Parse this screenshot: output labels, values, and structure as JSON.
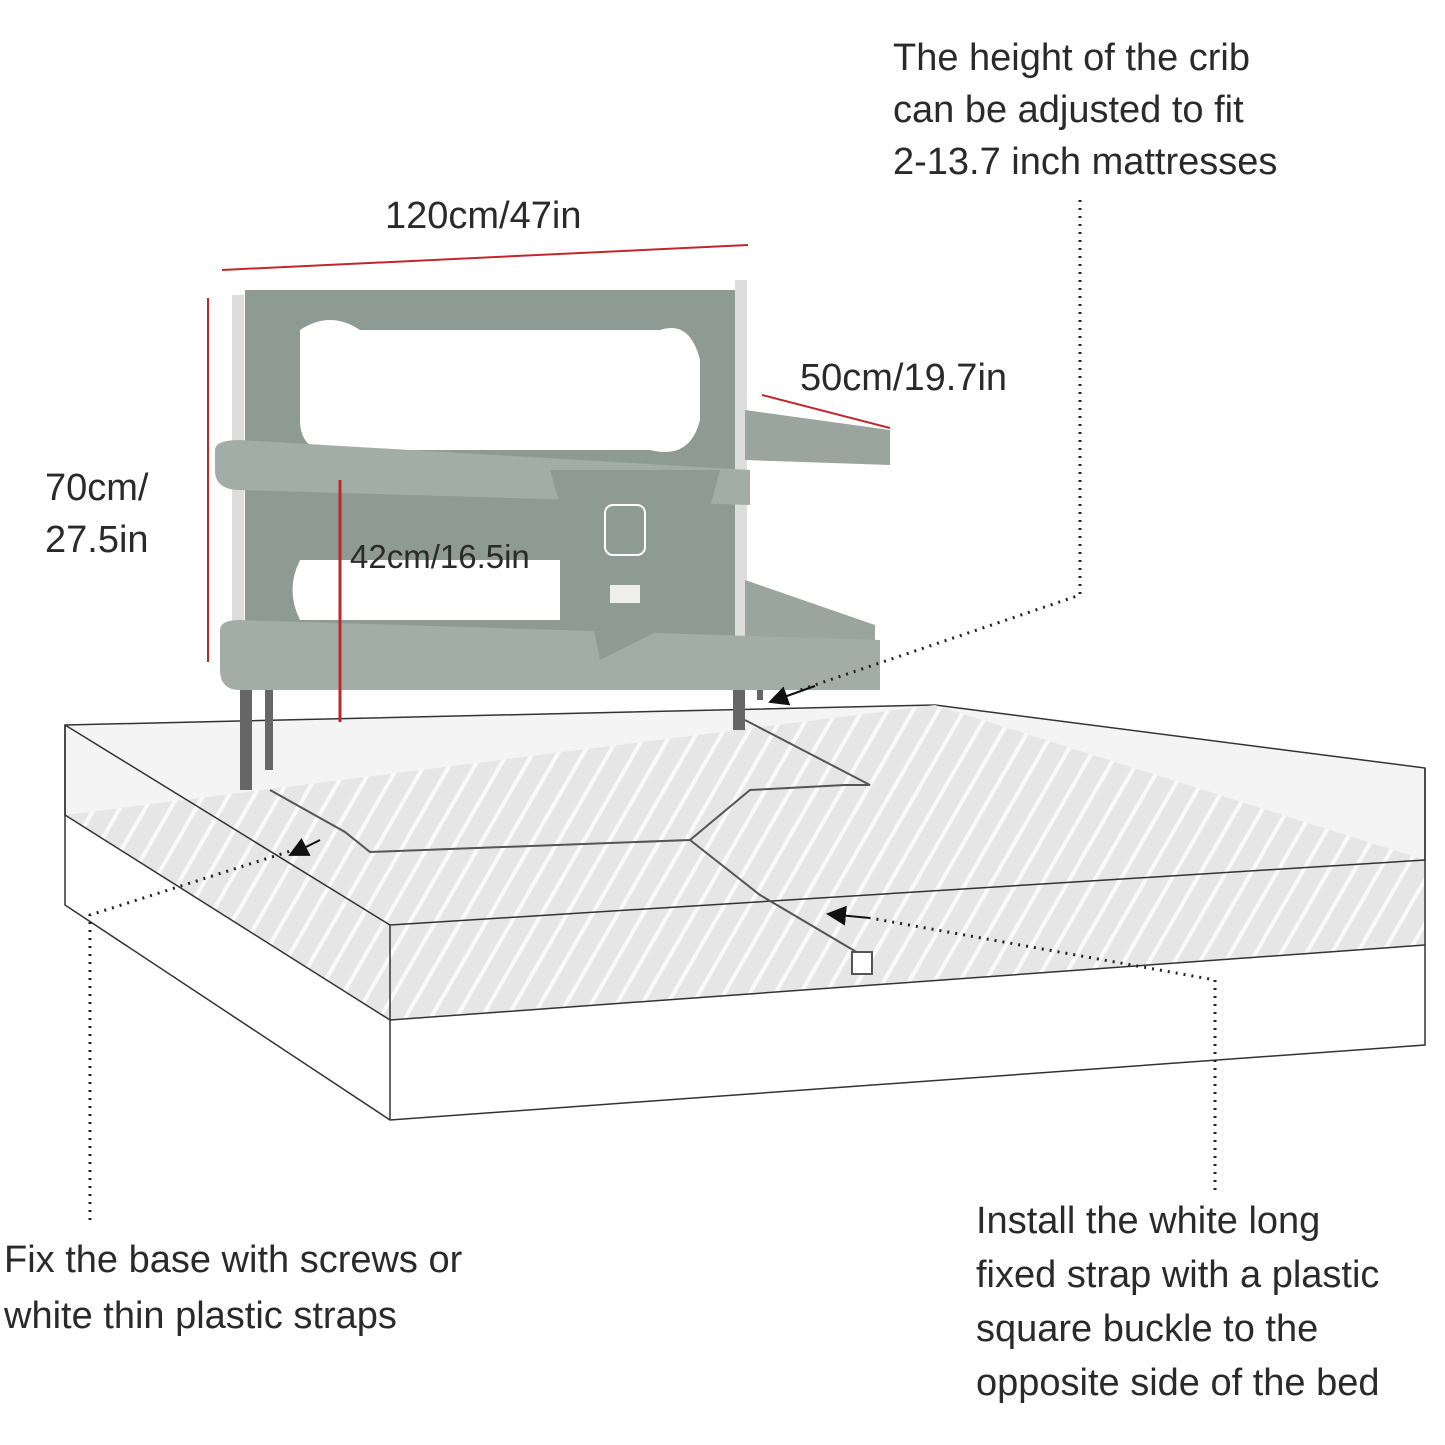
{
  "callouts": {
    "height_note": [
      "The height of the crib",
      "can be adjusted to fit",
      "2-13.7 inch mattresses"
    ],
    "base_note": [
      "Fix the base with screws or",
      "white thin plastic straps"
    ],
    "strap_note": [
      "Install the white long",
      "fixed strap with a plastic",
      "square buckle to the",
      "opposite side of the bed"
    ]
  },
  "dimensions": {
    "width": "120cm/47in",
    "depth": "50cm/19.7in",
    "height": [
      "70cm/",
      "27.5in"
    ],
    "inner_height": "42cm/16.5in"
  },
  "colors": {
    "rail": "#8e9a94",
    "dimension_line": "#c0272d",
    "text": "#2a2a2a"
  }
}
